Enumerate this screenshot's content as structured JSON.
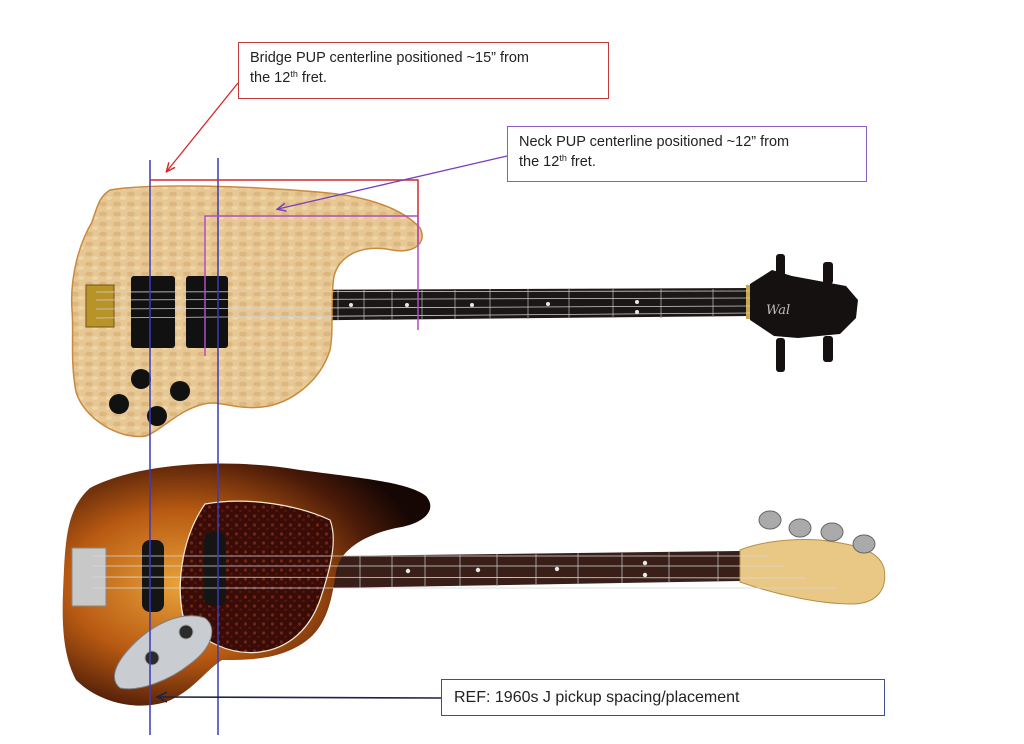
{
  "callouts": {
    "bridge": {
      "pre": "Bridge PUP centerline positioned ~15” from",
      "line2_pre": "the 12",
      "sup": "th",
      "line2_post": " fret."
    },
    "neck": {
      "pre": "Neck PUP centerline positioned ~12” from",
      "line2_pre": "the 12",
      "sup": "th",
      "line2_post": " fret."
    },
    "ref": {
      "text": "REF: 1960s J pickup spacing/placement"
    }
  },
  "headstock_logo": "Wal",
  "colors": {
    "bridge_annotation": "#d42a2a",
    "neck_annotation": "#7a3fc0",
    "centerline": "#3a3ab8",
    "ref_annotation": "#2d3e6e"
  }
}
